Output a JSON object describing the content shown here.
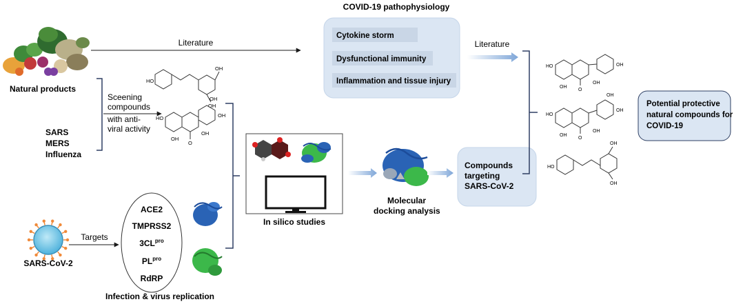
{
  "header": {
    "title": "COVID-19 pathophysiology"
  },
  "pathophysiology": {
    "items": [
      "Cytokine storm",
      "Dysfunctional immunity",
      "Inflammation and tissue injury"
    ]
  },
  "left": {
    "natural_products": "Natural products",
    "literature_top": "Literature",
    "screening": [
      "Sceening",
      "compounds",
      "with anti-",
      "viral activity"
    ],
    "viruses": [
      "SARS",
      "MERS",
      "Influenza"
    ],
    "sars_cov2": "SARS-CoV-2",
    "targets_label": "Targets",
    "targets": [
      {
        "main": "ACE2",
        "sup": ""
      },
      {
        "main": "TMPRSS2",
        "sup": ""
      },
      {
        "main": "3CL",
        "sup": "pro"
      },
      {
        "main": "PL",
        "sup": "pro"
      },
      {
        "main": "RdRP",
        "sup": ""
      }
    ],
    "infection": "Infection & virus replication"
  },
  "middle": {
    "in_silico": "In silico studies",
    "docking": [
      "Molecular",
      "docking analysis"
    ]
  },
  "right": {
    "literature_right": "Literature",
    "compounds_targeting": [
      "Compounds",
      "targeting",
      "SARS-CoV-2"
    ],
    "potential": [
      "Potential protective",
      "natural compounds for",
      "COVID-19"
    ]
  },
  "molecule_labels": {
    "hydroxyl": "OH",
    "oxo": "O",
    "ho": "HO"
  },
  "colors": {
    "panel_fill": "#dbe6f3",
    "panel_stroke": "#b9cde4",
    "item_fill": "#c9d6e6",
    "bracket": "#2e3f63",
    "arrow_grad_start": "#ffffff",
    "arrow_grad_end": "#7ea6d8",
    "virus_core": "#6cc3e6",
    "virus_spike": "#f08a3a",
    "protein_blue": "#2a63b5",
    "protein_green": "#3cb84a"
  }
}
